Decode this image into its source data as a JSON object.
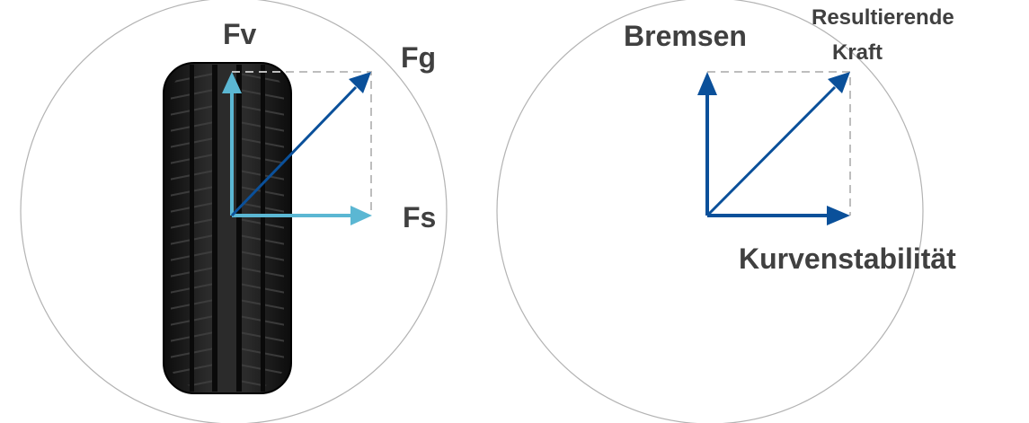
{
  "left_diagram": {
    "labels": {
      "fv": "Fv",
      "fg": "Fg",
      "fs": "Fs"
    },
    "colors": {
      "vector_light": "#5bb7d3",
      "vector_dark": "#0a509a",
      "dashed": "#bdbdbd",
      "circle": "#b3b3b3",
      "tire": "#1a1a1a"
    }
  },
  "right_diagram": {
    "labels": {
      "braking": "Bremsen",
      "resultant_line1": "Resultierende",
      "resultant_line2": "Kraft",
      "cornering": "Kurvenstabilität"
    },
    "colors": {
      "vector": "#0a509a",
      "dashed": "#bdbdbd",
      "circle": "#b3b3b3"
    }
  }
}
